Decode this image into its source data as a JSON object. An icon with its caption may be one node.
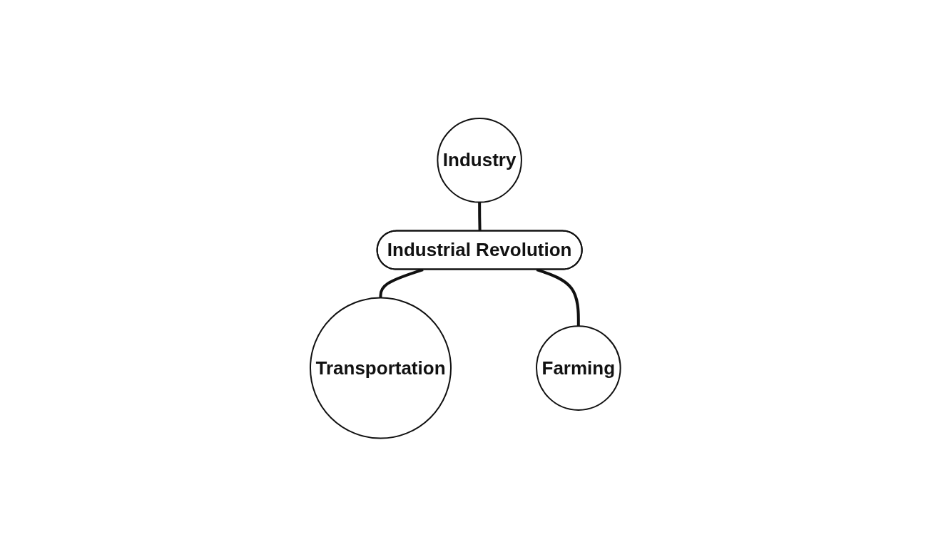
{
  "diagram": {
    "nodes": [
      {
        "text": [
          "Industry"
        ]
      },
      {
        "text": [
          "Industrial Revolution"
        ]
      },
      {
        "text": [
          "Transportation"
        ]
      },
      {
        "text": [
          "Farming"
        ]
      }
    ],
    "edges": [
      {
        "from": 0,
        "to": 1,
        "arrow": "none"
      },
      {
        "from": 1,
        "to": 2,
        "arrow": "none"
      },
      {
        "from": 1,
        "to": 3,
        "arrow": "none"
      }
    ]
  }
}
